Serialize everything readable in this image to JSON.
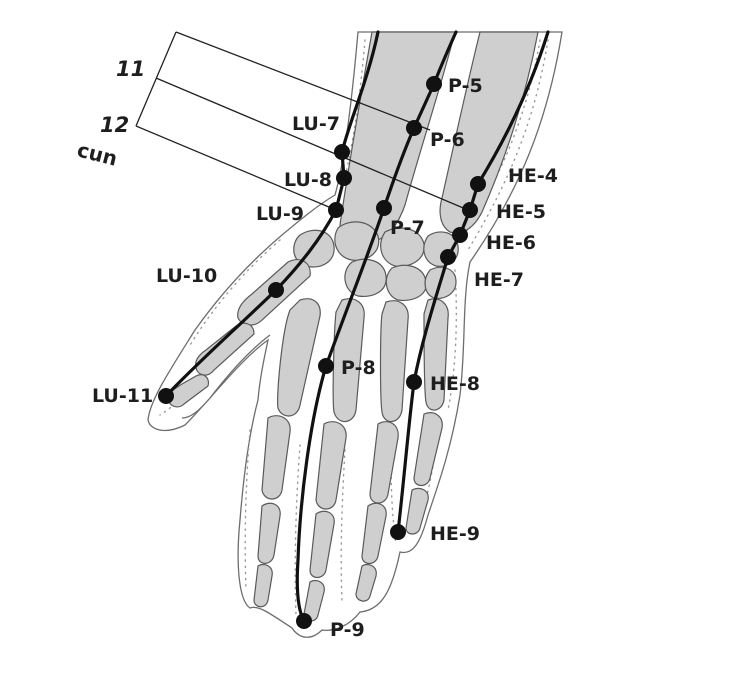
{
  "scale": {
    "mark_11": "11",
    "mark_12": "12",
    "unit": "cun"
  },
  "points": {
    "p5": "P-5",
    "p6": "P-6",
    "p7": "P-7",
    "p8": "P-8",
    "p9": "P-9",
    "lu7": "LU-7",
    "lu8": "LU-8",
    "lu9": "LU-9",
    "lu10": "LU-10",
    "lu11": "LU-11",
    "he4": "HE-4",
    "he5": "HE-5",
    "he6": "HE-6",
    "he7": "HE-7",
    "he8": "HE-8",
    "he9": "HE-9"
  },
  "colors": {
    "bone": "#cfcfcf",
    "ink": "#111111"
  }
}
